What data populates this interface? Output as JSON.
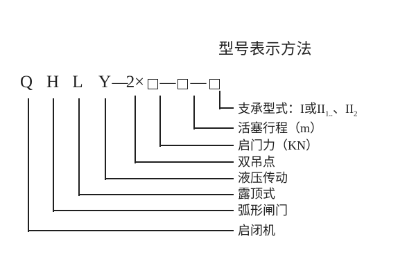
{
  "page": {
    "background_color": "#ffffff",
    "ink_color": "#1f1f1f"
  },
  "title": "型号表示方法",
  "formula": {
    "full": "Q H L Y —2×□—□—□",
    "letters": [
      "Q",
      "H",
      "L",
      "Y"
    ],
    "dash": "—",
    "multiplier_digit": "2",
    "multiply_sign": "×",
    "box_symbol": "□"
  },
  "entries": [
    {
      "name": "support-type",
      "label": "支承型式：I或II",
      "sub_a": "1..",
      "mid": "、II",
      "sub_b": "2",
      "full_label": "支承型式：I或II1..、II2",
      "connects_to": "third-box"
    },
    {
      "name": "piston-stroke",
      "label": "活塞行程（m）",
      "connects_to": "second-box"
    },
    {
      "name": "opening-force",
      "label": "启门力（KN）",
      "connects_to": "first-box"
    },
    {
      "name": "double-lifting-point",
      "label": "双吊点",
      "connects_to": "2×"
    },
    {
      "name": "hydraulic-drive",
      "label": "液压传动",
      "connects_to": "Y"
    },
    {
      "name": "exposed-top-type",
      "label": "露顶式",
      "connects_to": "L"
    },
    {
      "name": "radial-gate",
      "label": "弧形闸门",
      "connects_to": "H"
    },
    {
      "name": "hoist",
      "label": "启闭机",
      "connects_to": "Q"
    }
  ]
}
